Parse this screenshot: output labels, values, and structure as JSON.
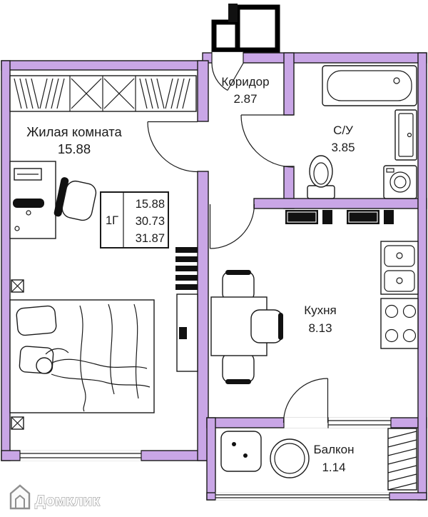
{
  "colors": {
    "wall": "#c9a6e6",
    "outline": "#1a1a1a",
    "text": "#1c1c1c",
    "black": "#111111"
  },
  "rooms": [
    {
      "name": "Жилая комната",
      "area": "15.88"
    },
    {
      "name": "Коридор",
      "area": "2.87"
    },
    {
      "name": "С/У",
      "area": "3.85"
    },
    {
      "name": "Кухня",
      "area": "8.13"
    },
    {
      "name": "Балкон",
      "area": "1.14"
    }
  ],
  "info_box": {
    "type_label": "1Г",
    "value_1": "15.88",
    "value_2": "30.73",
    "value_3": "31.87"
  },
  "logo": {
    "text": "Домклик"
  }
}
